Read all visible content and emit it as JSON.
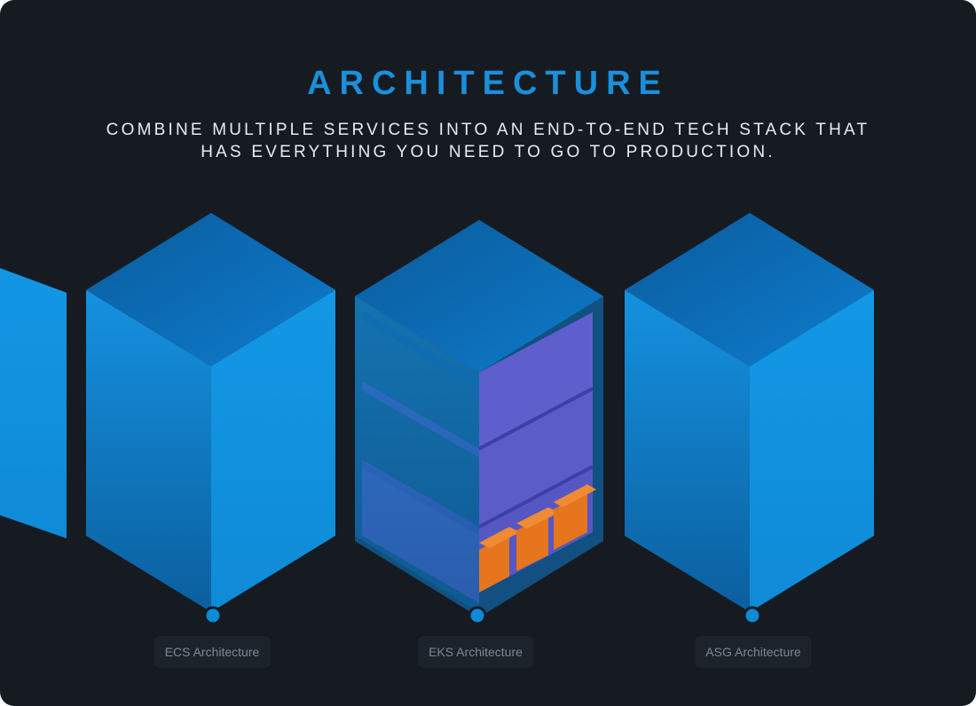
{
  "header": {
    "title": "ARCHITECTURE",
    "subtitle_line1": "COMBINE MULTIPLE SERVICES INTO AN END-TO-END TECH STACK THAT",
    "subtitle_line2": "HAS EVERYTHING YOU NEED TO GO TO PRODUCTION."
  },
  "carousel": {
    "items": [
      {
        "label": "ECS Architecture",
        "selected": false
      },
      {
        "label": "EKS Architecture",
        "selected": true
      },
      {
        "label": "ASG Architecture",
        "selected": false
      }
    ]
  },
  "colors": {
    "background": "#161b22",
    "accent": "#1a8fdb",
    "cube_left": "#0e7ccd",
    "cube_right": "#1195e4",
    "cube_top": "#0b6cb6",
    "layer_purple": "#5e5fcc",
    "container_orange": "#e6751d",
    "label_bg": "#1d232b",
    "label_text": "#7e8794"
  }
}
